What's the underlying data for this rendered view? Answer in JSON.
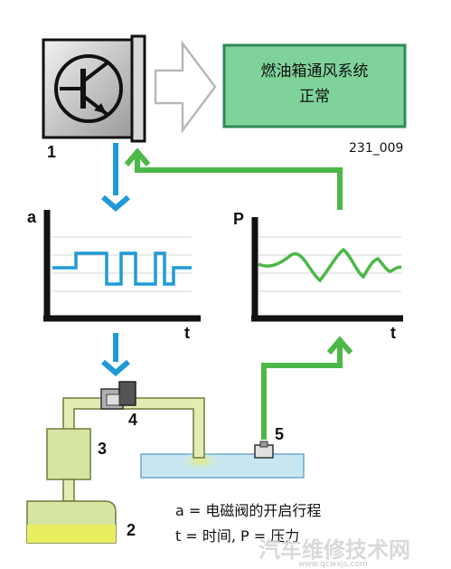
{
  "status_box": {
    "line1": "燃油箱通风系统",
    "line2": "正常"
  },
  "figure_id": "231_009",
  "component_numbers": {
    "c1": "1",
    "c2": "2",
    "c3": "3",
    "c4": "4",
    "c5": "5"
  },
  "graph_left": {
    "y_label": "a",
    "x_label": "t",
    "signal": "square-wave"
  },
  "graph_right": {
    "y_label": "P",
    "x_label": "t",
    "signal": "oscillating-pressure"
  },
  "legend": {
    "line_a": "a = 电磁阀的开启行程",
    "line_t": "t = 时间, P = 压力"
  },
  "watermark": {
    "text": "汽车维修技术网",
    "url": "www.qcwxjs.com"
  },
  "colors": {
    "status_fill": "#7fd39a",
    "status_border": "#2e8b57",
    "blue_arrow": "#1f9ad6",
    "green_line": "#4cb848",
    "tank_fill": "#d6e6a0",
    "fuel_yellow": "#e8ee60",
    "pipe_fill": "#e4ecb4",
    "water_fill": "#c8e6f2"
  }
}
